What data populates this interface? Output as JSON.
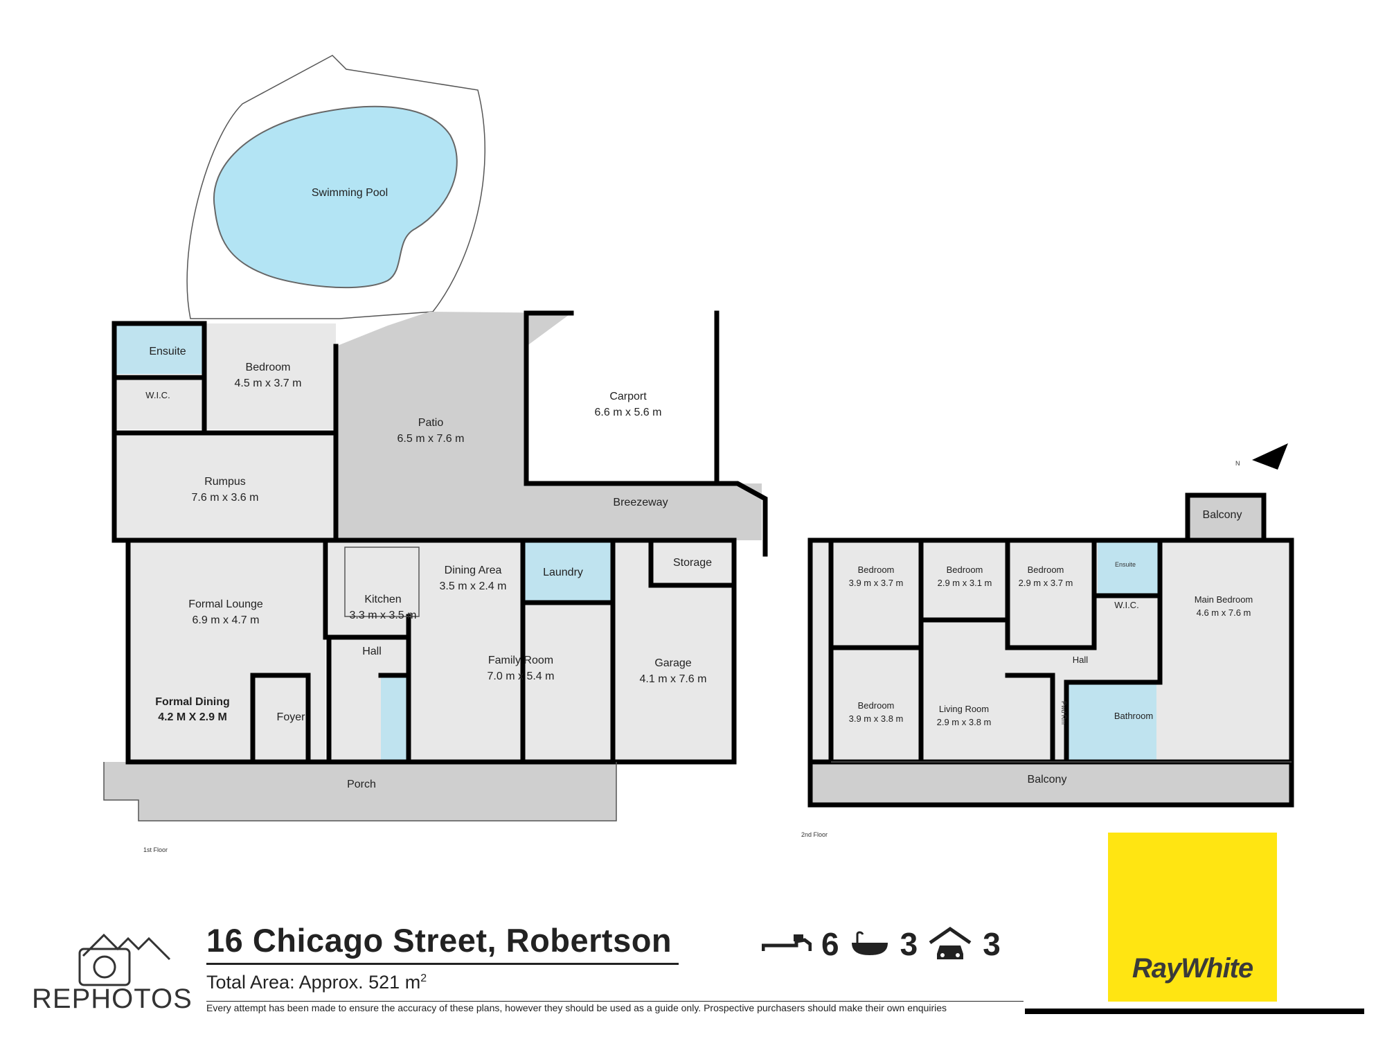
{
  "rooms_first_floor": {
    "pool": "Swimming Pool",
    "ensuite": "Ensuite",
    "wic": "W.I.C.",
    "bedroom": {
      "name": "Bedroom",
      "size": "4.5 m x 3.7 m"
    },
    "patio": {
      "name": "Patio",
      "size": "6.5 m x 7.6 m"
    },
    "carport": {
      "name": "Carport",
      "size": "6.6 m x 5.6 m"
    },
    "breezeway": "Breezeway",
    "rumpus": {
      "name": "Rumpus",
      "size": "7.6 m x 3.6 m"
    },
    "formal_lounge": {
      "name": "Formal Lounge",
      "size": "6.9 m x 4.7 m"
    },
    "formal_dining": {
      "name": "Formal Dining",
      "size": "4.2 M X 2.9 M"
    },
    "foyer": "Foyer",
    "kitchen": {
      "name": "Kitchen",
      "size": "3.3 m x 3.5 m"
    },
    "hall": "Hall",
    "dining_area": {
      "name": "Dining Area",
      "size": "3.5 m x 2.4 m"
    },
    "family_room": {
      "name": "Family Room",
      "size": "7.0 m x 5.4 m"
    },
    "laundry": "Laundry",
    "storage": "Storage",
    "garage": {
      "name": "Garage",
      "size": "4.1 m x 7.6 m"
    },
    "porch": "Porch",
    "floor_label": "1st Floor"
  },
  "rooms_second_floor": {
    "balcony_top": "Balcony",
    "bedroom1": {
      "name": "Bedroom",
      "size": "3.9 m x 3.7 m"
    },
    "bedroom2": {
      "name": "Bedroom",
      "size": "2.9 m x 3.1 m"
    },
    "bedroom3": {
      "name": "Bedroom",
      "size": "2.9 m x 3.7 m"
    },
    "ensuite": "Ensuite",
    "wic": "W.I.C.",
    "main_bedroom": {
      "name": "Main Bedroom",
      "size": "4.6 m x 7.6 m"
    },
    "hall": "Hall",
    "bedroom4": {
      "name": "Bedroom",
      "size": "3.9 m x 3.8 m"
    },
    "living_room": {
      "name": "Living Room",
      "size": "2.9 m x 3.8 m"
    },
    "pwd_rm": "Pwd Rm",
    "bathroom": "Bathroom",
    "balcony_bottom": "Balcony",
    "floor_label": "2nd Floor"
  },
  "compass": "N",
  "footer": {
    "address": "16 Chicago Street, Robertson",
    "area_prefix": "Total Area: Approx. 521 m",
    "area_sup": "2",
    "disclaimer": "Every attempt has been made to ensure the accuracy of these plans, however they should be used as a guide only.  Prospective purchasers should make their own enquiries",
    "beds": "6",
    "baths": "3",
    "cars": "3",
    "brand": "REPHOTOS",
    "agency": "RayWhite"
  },
  "colors": {
    "wet_area": "#bfe3ef",
    "pool": "#b3e4f4",
    "room": "#e8e8e8",
    "outdoor": "#cfcfcf",
    "agency_yellow": "#ffe512"
  }
}
